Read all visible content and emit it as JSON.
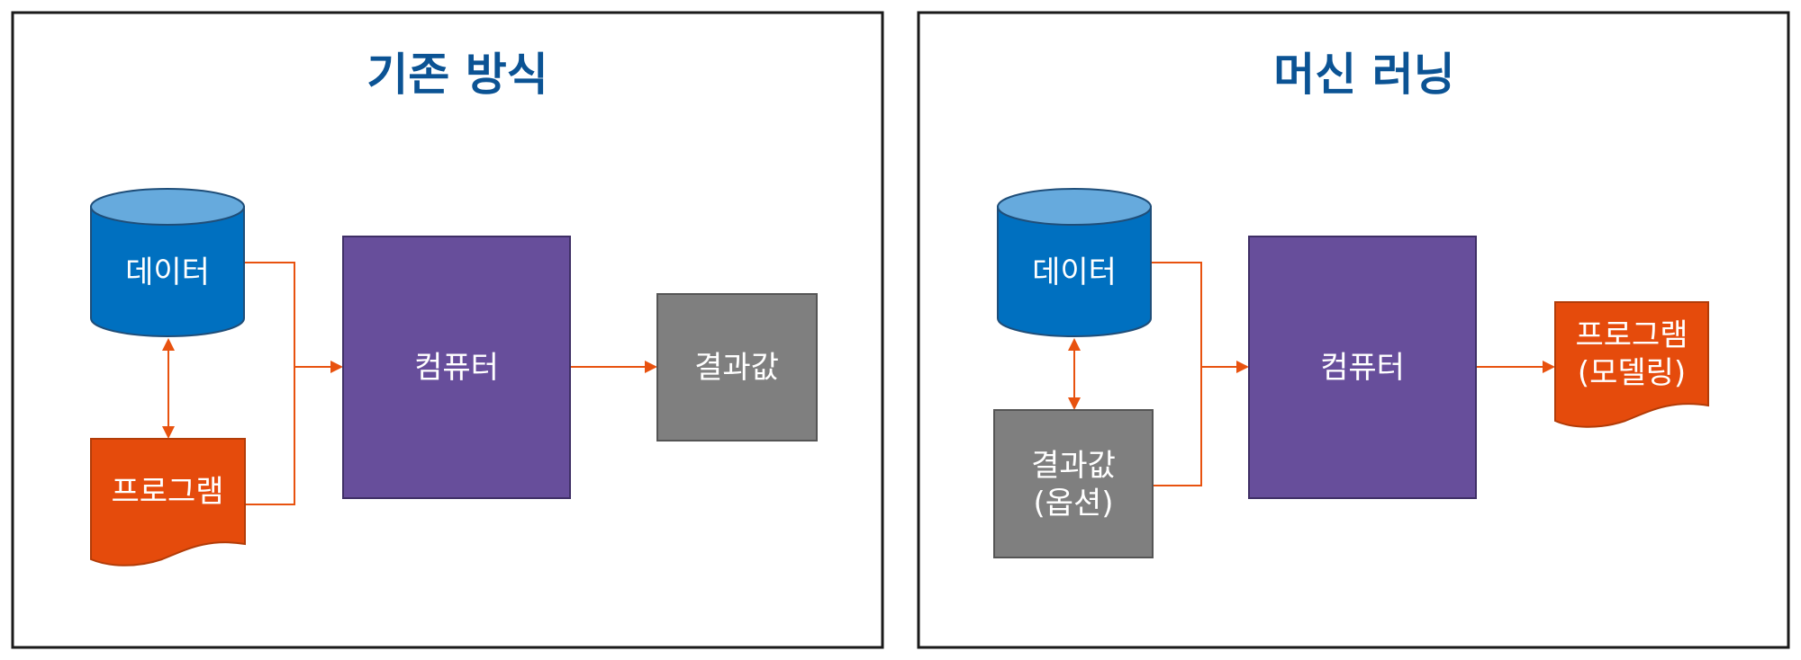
{
  "colors": {
    "database": "#0070c0",
    "database_top": "#66aadd",
    "computer": "#674e9b",
    "result": "#7f7f7f",
    "program": "#e54b0c",
    "connector": "#e8520f",
    "title": "#0b5394"
  },
  "left_panel": {
    "title": "기존 방식",
    "data_label": "데이터",
    "program_label": "프로그램",
    "computer_label": "컴퓨터",
    "result_label": "결과값"
  },
  "right_panel": {
    "title": "머신 러닝",
    "data_label": "데이터",
    "result_line1": "결과값",
    "result_line2": "(옵션)",
    "computer_label": "컴퓨터",
    "program_line1": "프로그램",
    "program_line2": "(모델링)"
  }
}
